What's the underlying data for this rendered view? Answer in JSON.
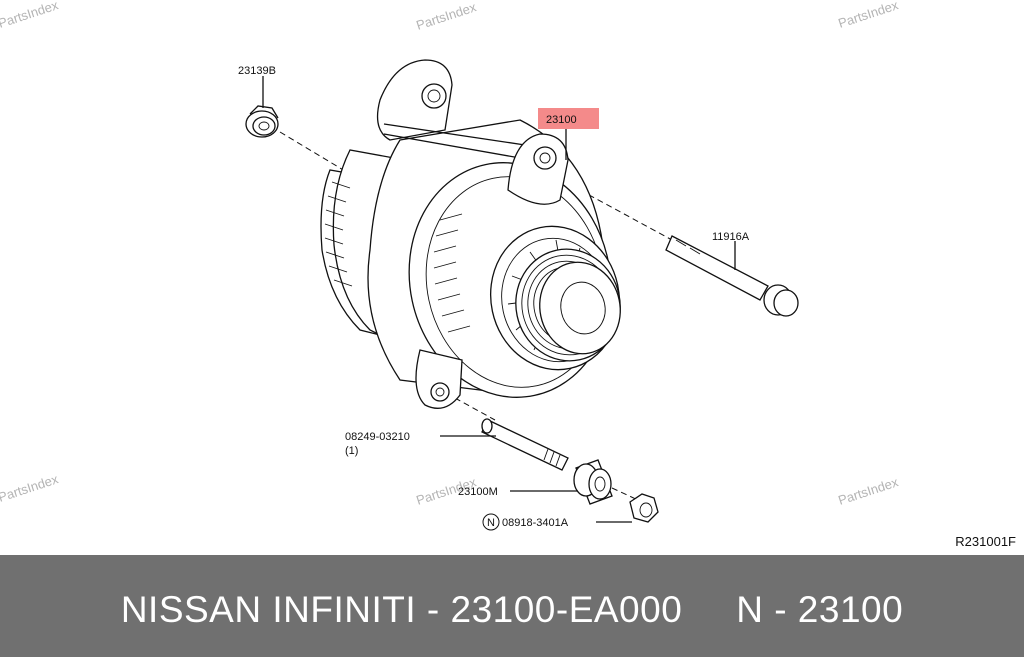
{
  "watermarks": [
    "PartsIndex",
    "PartsIndex",
    "PartsIndex",
    "PartsIndex",
    "PartsIndex"
  ],
  "callouts": {
    "nut_top": "23139B",
    "alternator": "23100",
    "bolt_right": "11916A",
    "stud_bolt": "08249-03210",
    "stud_qty": "(1)",
    "spacer": "23100M",
    "nut_bottom_symbol": "N",
    "nut_bottom": "08918-3401A"
  },
  "colors": {
    "highlight": "#f48a8a",
    "footer_bg": "#707070"
  },
  "figure_code": "R231001F",
  "footer": {
    "text": "NISSAN INFINITI - 23100-EA000     N - 23100"
  }
}
